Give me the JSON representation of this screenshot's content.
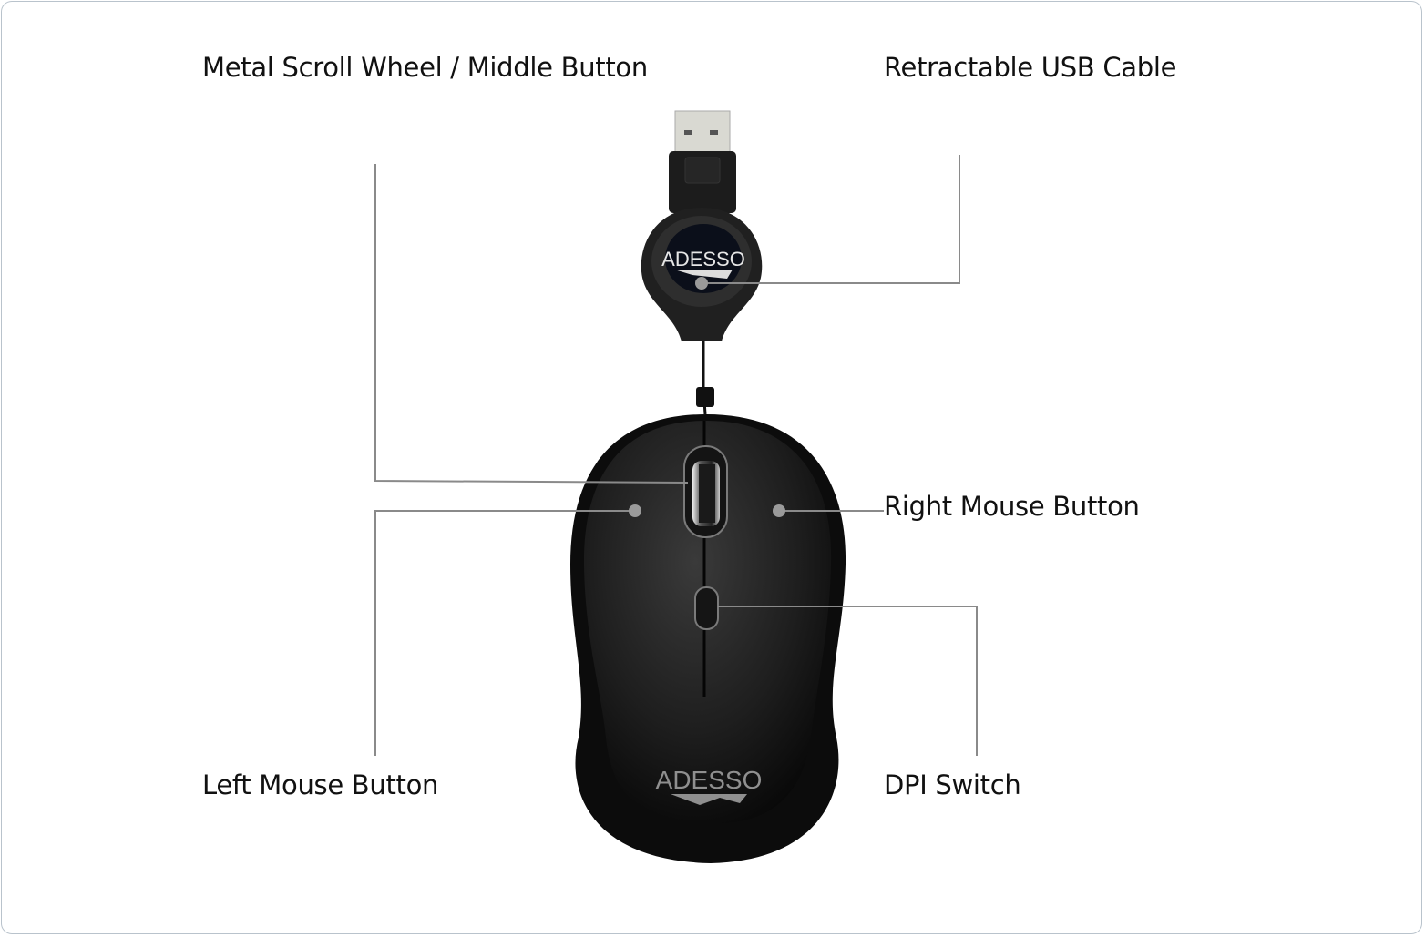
{
  "labels": {
    "scroll_wheel": "Metal Scroll Wheel / Middle Button",
    "usb_cable": "Retractable USB Cable",
    "right_button": "Right Mouse Button",
    "left_button": "Left Mouse Button",
    "dpi_switch": "DPI Switch"
  },
  "brand": "ADESSO",
  "colors": {
    "leader": "#8a8a8a",
    "mouse": "#161616",
    "frame": "#b9c3cc"
  }
}
